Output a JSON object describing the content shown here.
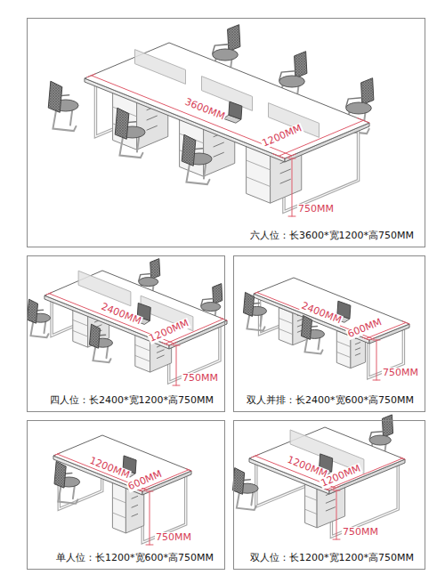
{
  "diagram": {
    "nodes": [
      {
        "text": [
          "六人位：长3600*宽1200*高750MM"
        ]
      },
      {
        "text": [
          "四人位：长2400*宽1200*高750MM"
        ]
      },
      {
        "text": [
          "双人并排：长2400*宽600*高750MM"
        ]
      },
      {
        "text": [
          "单人位：长1200*宽600*高750MM"
        ]
      },
      {
        "text": [
          "双人位：长1200*宽1200*高750MM"
        ]
      }
    ],
    "labels": [
      "3600MM",
      "1200MM",
      "750MM",
      "2400MM",
      "1200MM",
      "750MM",
      "2400MM",
      "600MM",
      "750MM",
      "1200MM",
      "600MM",
      "750MM",
      "1200MM",
      "1200MM",
      "750MM"
    ]
  }
}
